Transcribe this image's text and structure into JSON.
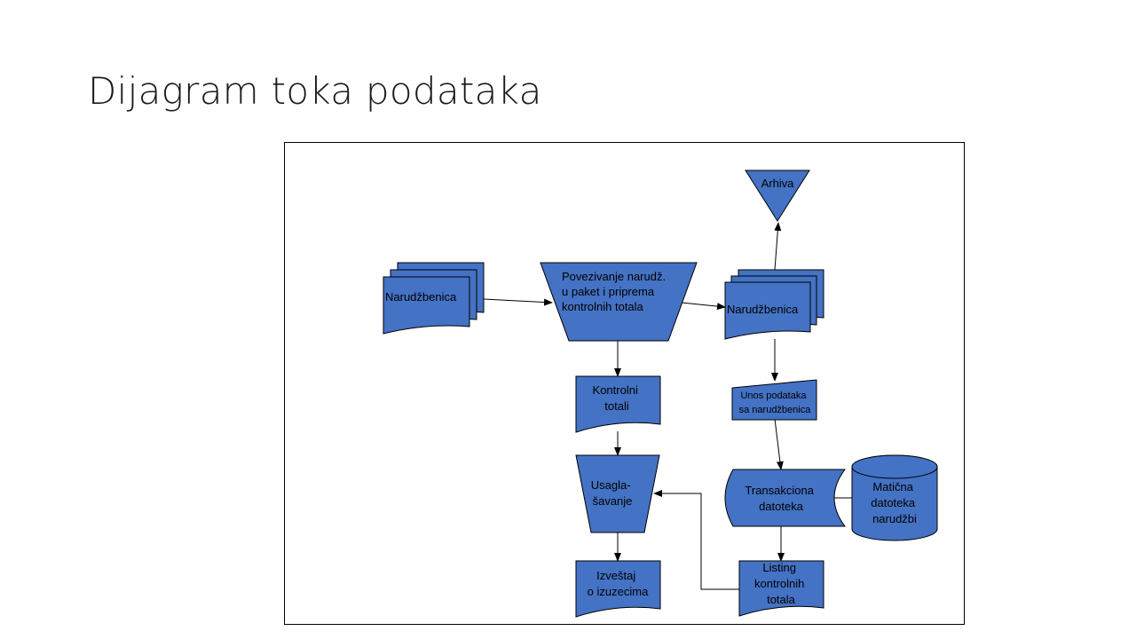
{
  "slide": {
    "title": "Dijagram toka podataka"
  },
  "diagram": {
    "nodes": {
      "narudzbenica_input": {
        "lines": [
          "Narudžbenica"
        ]
      },
      "povezivanje": {
        "lines": [
          "Povezivanje narudž.",
          "u paket i priprema",
          "kontrolnih totala"
        ]
      },
      "narudzbenica_output": {
        "lines": [
          "Narudžbenica"
        ]
      },
      "arhiva": {
        "lines": [
          "Arhiva"
        ]
      },
      "kontrolni_totali": {
        "lines": [
          "Kontrolni",
          "totali"
        ]
      },
      "unos_podataka": {
        "lines": [
          "Unos podataka",
          "sa narudžbenica"
        ]
      },
      "usaglasavanje": {
        "lines": [
          "Usagla-",
          "šavanje"
        ]
      },
      "transakciona_datoteka": {
        "lines": [
          "Transakciona",
          "datoteka"
        ]
      },
      "maticna_datoteka": {
        "lines": [
          "Matična",
          "datoteka",
          "narudžbi"
        ]
      },
      "izvestaj": {
        "lines": [
          "Izveštaj",
          "o izuzecima"
        ]
      },
      "listing": {
        "lines": [
          "Listing",
          "kontrolnih",
          "totala"
        ]
      }
    },
    "colors": {
      "shape_fill": "#4472c4",
      "outline": "#000000",
      "connector": "#000000"
    }
  }
}
